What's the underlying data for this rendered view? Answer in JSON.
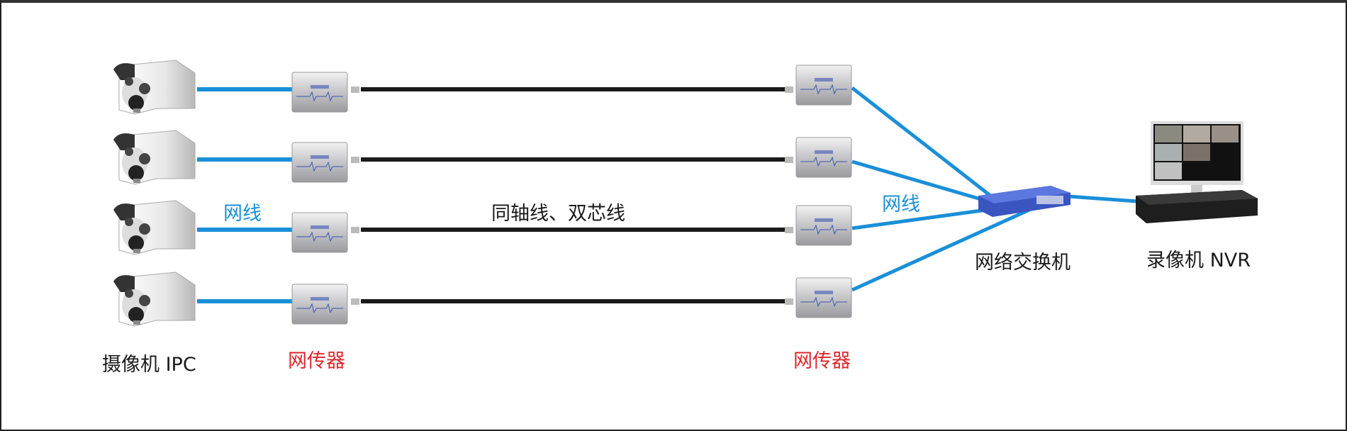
{
  "labels": {
    "camera": "摄像机 IPC",
    "transmitter_left": "网传器",
    "transmitter_right": "网传器",
    "network_cable_left": "网线",
    "network_cable_right": "网线",
    "coax_cable": "同轴线、双芯线",
    "switch": "网络交换机",
    "nvr": "录像机 NVR"
  },
  "colors": {
    "network_cable": "#1a8fd8",
    "coax_cable": "#1a1a1a",
    "device_label_red": "#e0262b",
    "switch_body": "#3a55c0"
  },
  "channels": 4
}
